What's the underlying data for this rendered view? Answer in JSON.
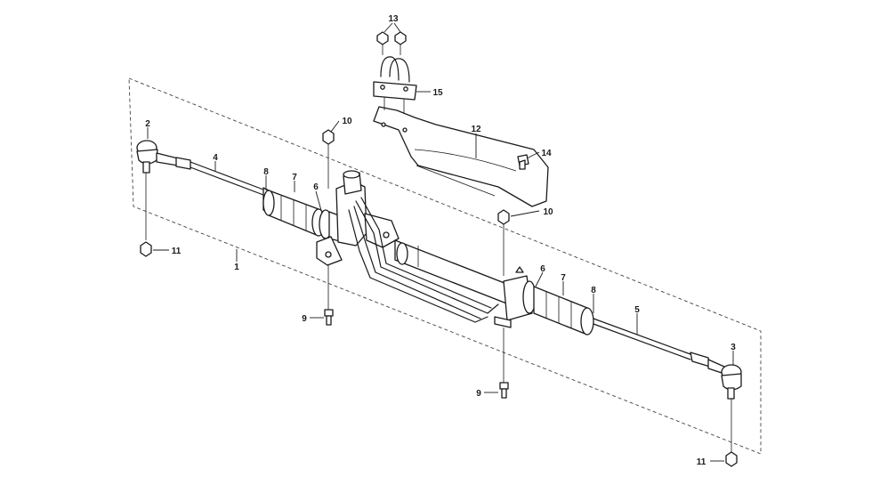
{
  "callouts": {
    "c1": "1",
    "c2": "2",
    "c3": "3",
    "c4": "4",
    "c5": "5",
    "c6a": "6",
    "c6b": "6",
    "c7a": "7",
    "c7b": "7",
    "c8a": "8",
    "c8b": "8",
    "c9a": "9",
    "c9b": "9",
    "c10a": "10",
    "c10b": "10",
    "c11a": "11",
    "c11b": "11",
    "c12": "12",
    "c13": "13",
    "c14": "14",
    "c15": "15"
  }
}
